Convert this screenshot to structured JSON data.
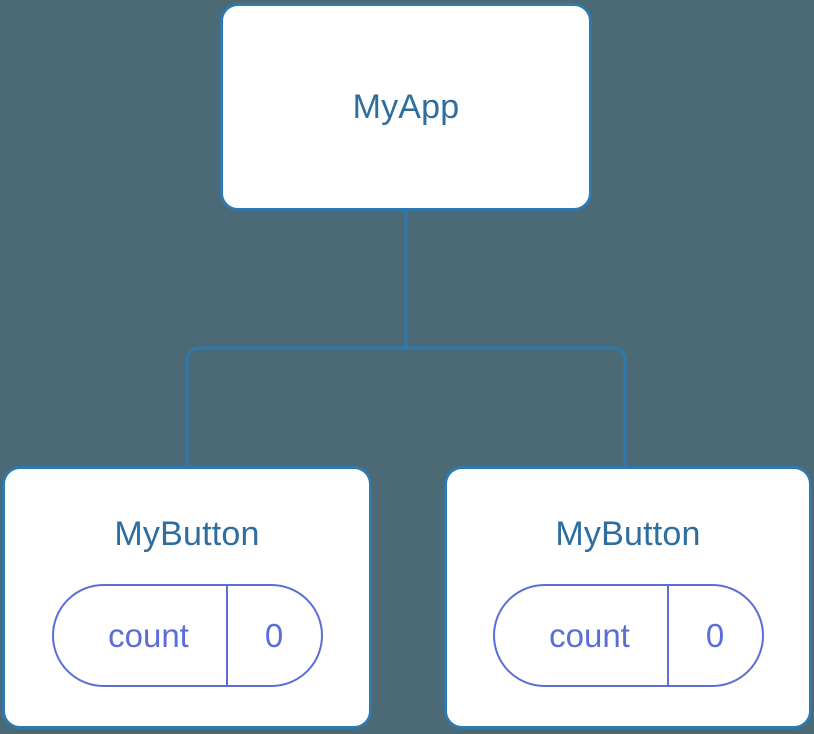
{
  "diagram": {
    "type": "component-tree",
    "background_color": "#4c6a75",
    "node_border_color": "#2e79ad",
    "node_fill_color": "#ffffff",
    "node_title_color": "#2e6e9e",
    "state_accent_color": "#5b6ed8",
    "edge_color": "#2e79ad"
  },
  "root": {
    "label": "MyApp"
  },
  "children": [
    {
      "label": "MyButton",
      "state": {
        "key": "count",
        "value": "0"
      }
    },
    {
      "label": "MyButton",
      "state": {
        "key": "count",
        "value": "0"
      }
    }
  ]
}
